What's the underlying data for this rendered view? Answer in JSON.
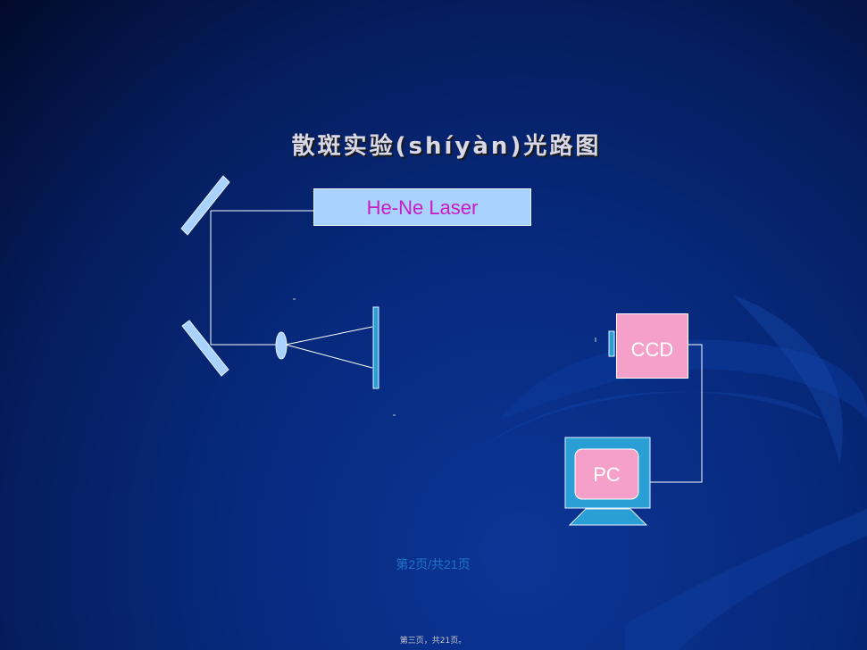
{
  "slide": {
    "title": "散斑实验(shíyàn)光路图",
    "page_number": "第2页/共21页",
    "footer": "第三页，共21页。"
  },
  "components": {
    "laser": "He-Ne Laser",
    "ccd": "CCD",
    "pc": "PC"
  },
  "colors": {
    "background": "#072a7e",
    "laser_box": "#a9d2ff",
    "laser_text": "#c81cc8",
    "ccd_box": "#f5a0c8",
    "monitor": "#2a9fd6",
    "beam": "#ffffff",
    "optics": "#a9d2ff"
  }
}
